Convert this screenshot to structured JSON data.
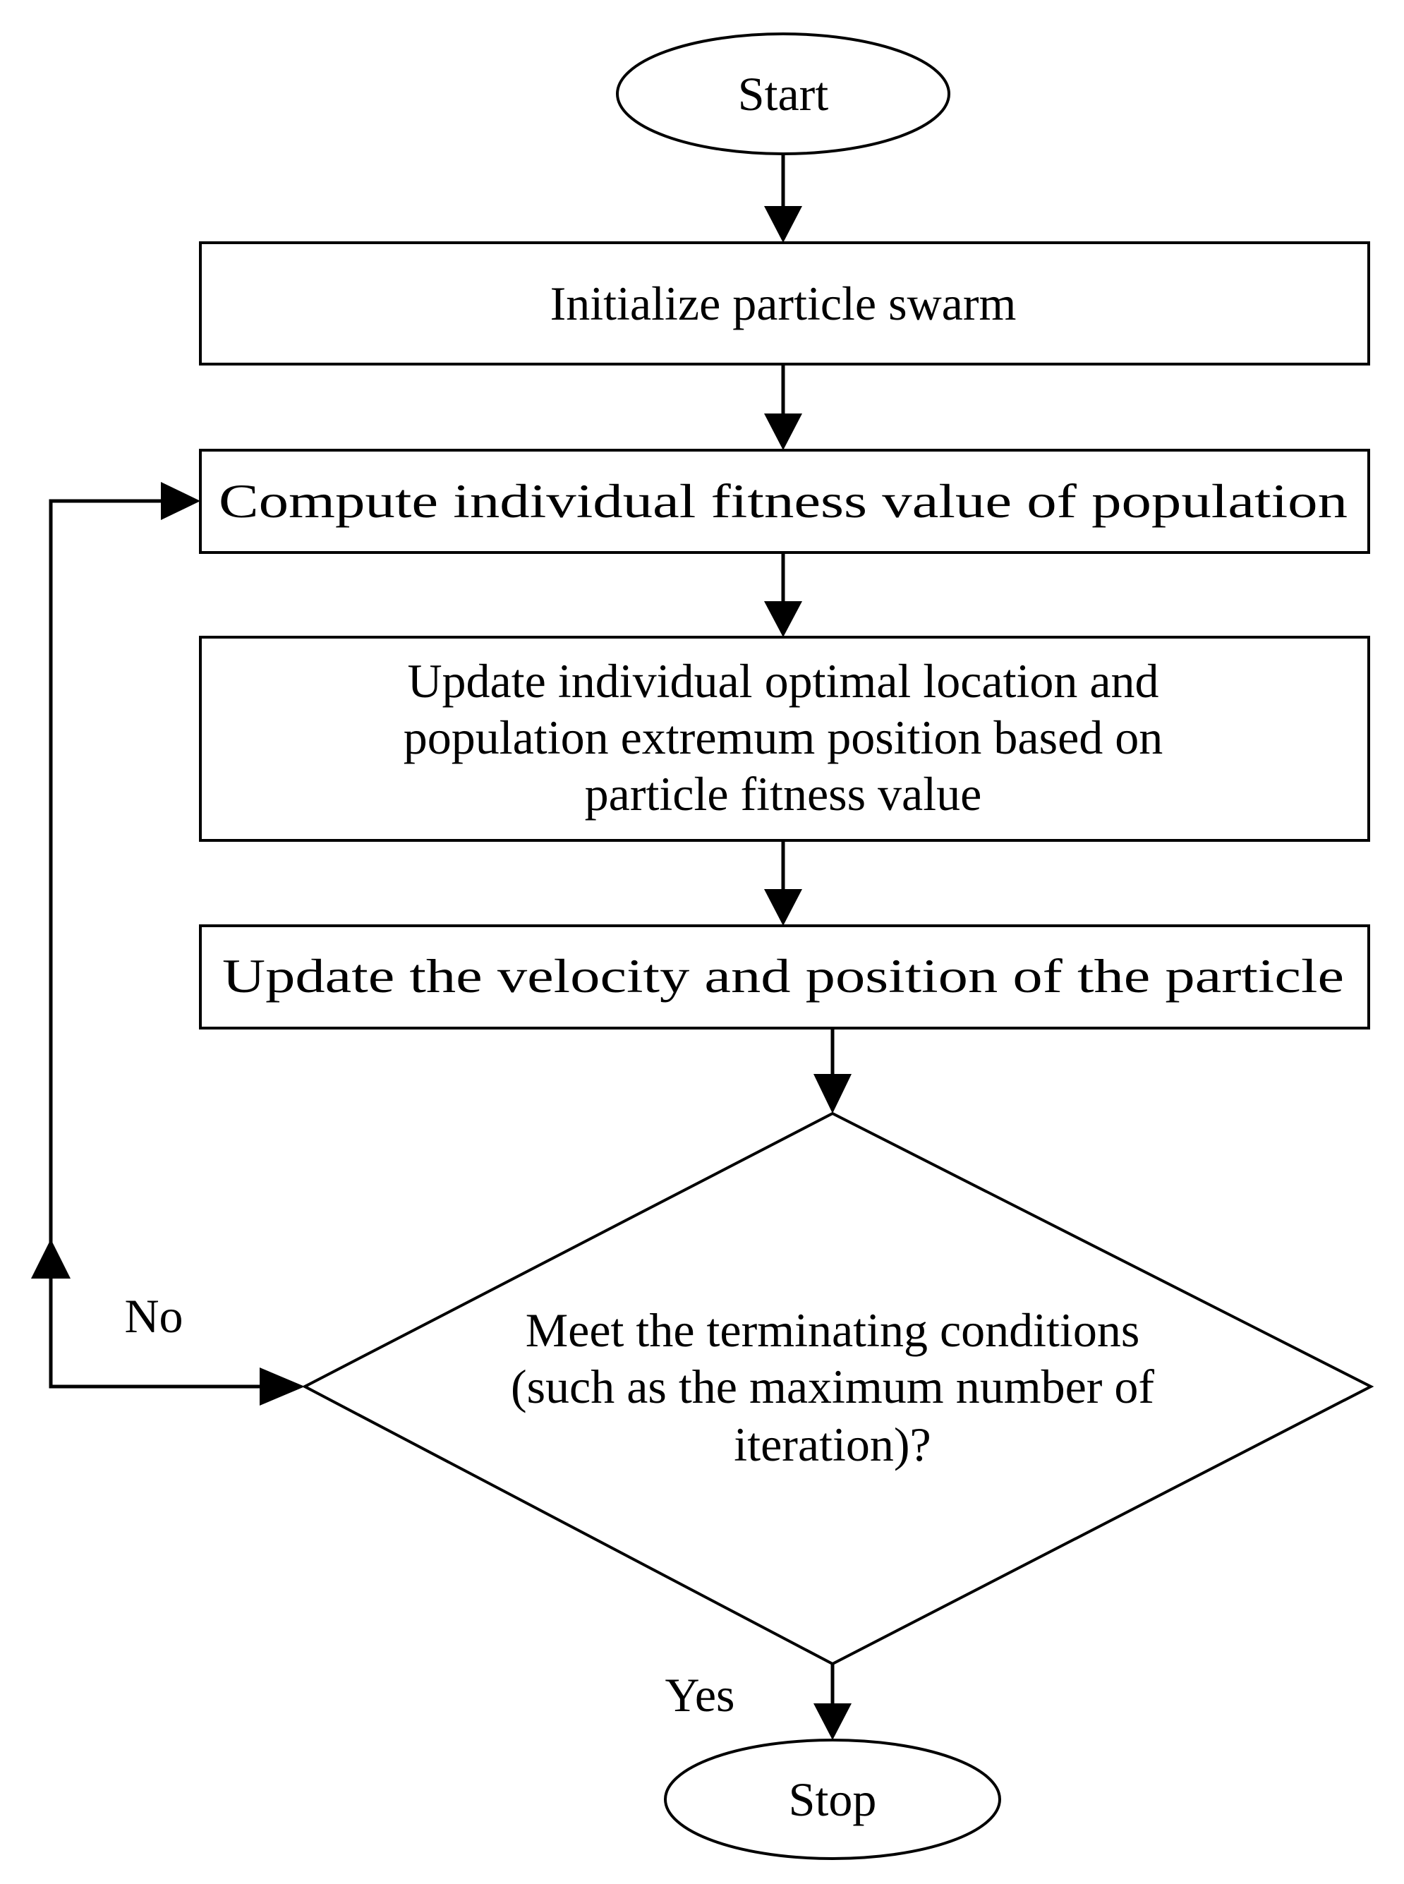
{
  "start": "Start",
  "stop": "Stop",
  "steps": {
    "initialize": "Initialize particle swarm",
    "compute": "Compute individual fitness value of population",
    "update_optimal": [
      "Update individual optimal location and",
      "population extremum position based on",
      "particle fitness value"
    ],
    "update_velocity": "Update the velocity and position of the particle"
  },
  "decision": [
    "Meet the terminating conditions",
    "(such as the maximum number of",
    "iteration)?"
  ],
  "labels": {
    "no": "No",
    "yes": "Yes"
  }
}
